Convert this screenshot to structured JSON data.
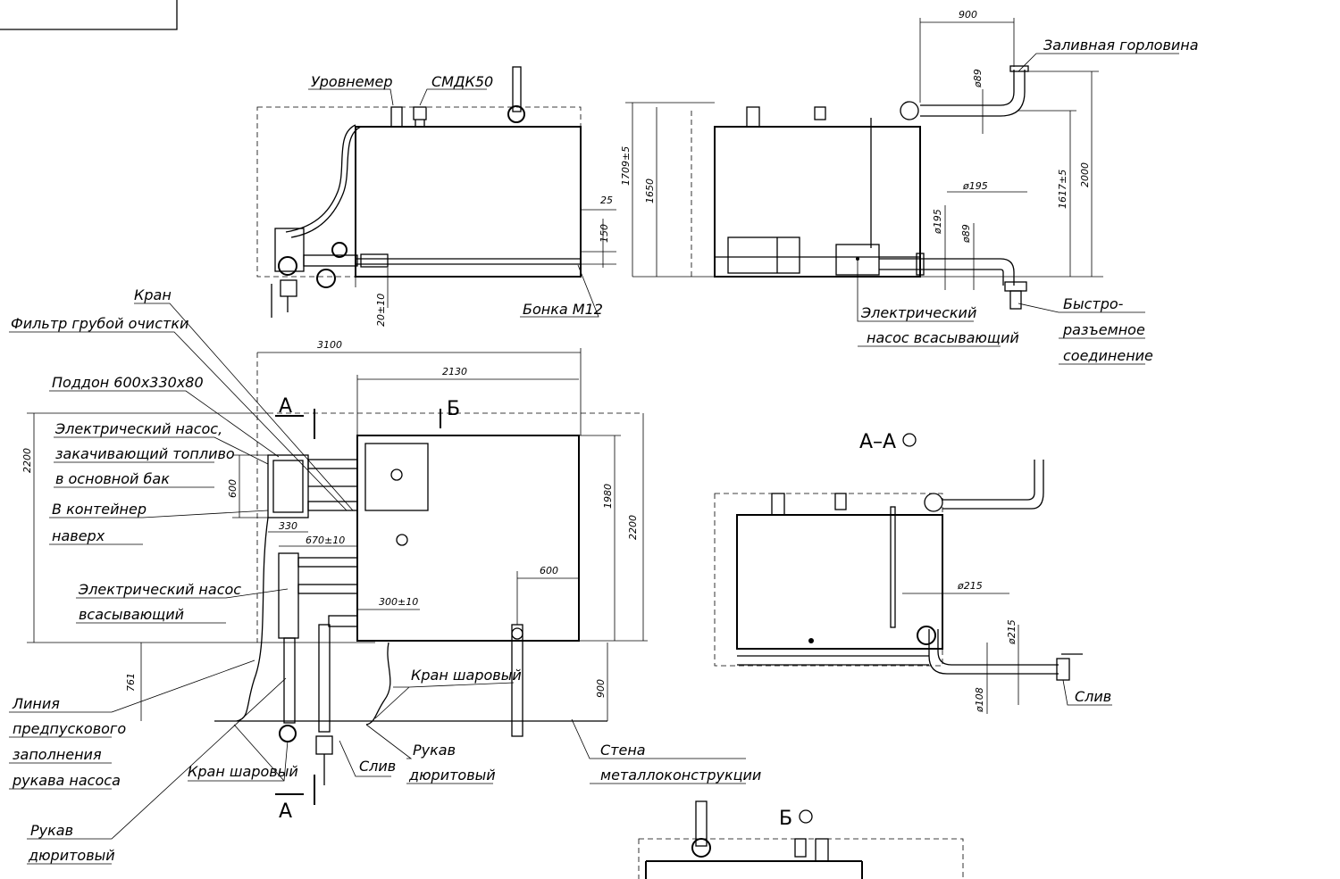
{
  "labels": {
    "level_gauge": "Уровнемер",
    "smdk50": "СМДК50",
    "filler_neck": "Заливная горловина",
    "bonka": "Бонка М12",
    "electric_pump_suction_top_1": "Электрический",
    "electric_pump_suction_top_2": "насос всасывающий",
    "quick_connect_1": "Быстро-",
    "quick_connect_2": "разъемное",
    "quick_connect_3": "соединение",
    "valve": "Кран",
    "coarse_filter": "Фильтр грубой очистки",
    "tray": "Поддон 600х330х80",
    "pump_fill_1": "Электрический насос,",
    "pump_fill_2": "закачивающий топливо",
    "pump_fill_3": "в основной бак",
    "container_top_1": "В контейнер",
    "container_top_2": "наверх",
    "pump_suction_1": "Электрический насос",
    "pump_suction_2": "всасывающий",
    "ball_valve_right": "Кран шаровый",
    "ball_valve_left": "Кран шаровый",
    "hose_right_1": "Рукав",
    "hose_right_2": "дюритовый",
    "drain_left": "Слив",
    "drain_right": "Слив",
    "wall_1": "Стена",
    "wall_2": "металлоконструкции",
    "preline_1": "Линия",
    "preline_2": "предпускового",
    "preline_3": "заполнения",
    "preline_4": "рукава насоса",
    "hose_left_1": "Рукав",
    "hose_left_2": "дюритовый"
  },
  "sections": {
    "aa": "А–А",
    "b": "Б",
    "a_mark": "А",
    "b_mark": "Б"
  },
  "dimensions": {
    "d900_top": "900",
    "d89_top": "ø89",
    "d1709": "1709±5",
    "d1650": "1650",
    "d2000": "2000",
    "d1617": "1617±5",
    "d195_a": "ø195",
    "d195_b": "ø195",
    "d89_b": "ø89",
    "d25": "25",
    "d150": "150",
    "d20": "20±10",
    "d3100": "3100",
    "d2130": "2130",
    "d2200_left": "2200",
    "d600_left": "600",
    "d330": "330",
    "d670": "670±10",
    "d1980": "1980",
    "d2200_right": "2200",
    "d600_right": "600",
    "d300": "300±10",
    "d761": "761",
    "d900_bottom": "900",
    "d215_a": "ø215",
    "d215_b": "ø215",
    "d108": "ø108"
  }
}
